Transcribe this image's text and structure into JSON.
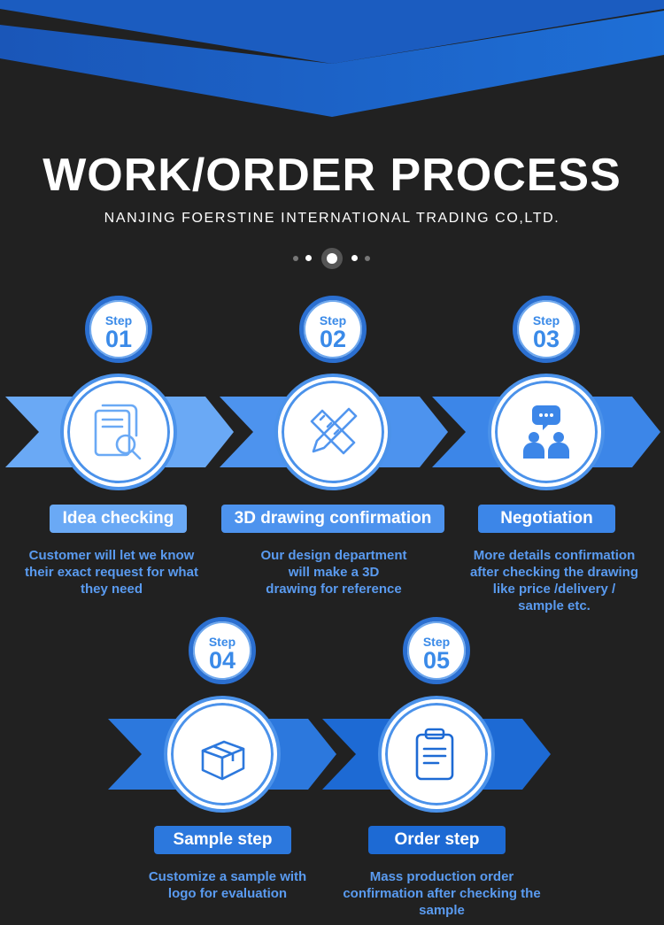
{
  "header": {
    "title": "WORK/ORDER PROCESS",
    "subtitle": "NANJING FOERSTINE INTERNATIONAL TRADING CO,LTD."
  },
  "colors": {
    "background": "#212121",
    "banner": "#1f64c8",
    "accent": "#3a8ae8",
    "text_blue": "#5a9bf0"
  },
  "pagination": {
    "count": 5,
    "active_index": 2
  },
  "steps": [
    {
      "word": "Step",
      "number": "01",
      "title": "Idea checking",
      "icon": "document-search-icon",
      "description": [
        "Customer will let we know",
        "their exact request for what",
        "they need"
      ]
    },
    {
      "word": "Step",
      "number": "02",
      "title": "3D drawing confirmation",
      "icon": "ruler-pencil-icon",
      "description": [
        "Our design department",
        "will make a 3D",
        "drawing for reference"
      ]
    },
    {
      "word": "Step",
      "number": "03",
      "title": "Negotiation",
      "icon": "people-chat-icon",
      "description": [
        "More details confirmation",
        "after checking the drawing",
        "like price /delivery /",
        "sample etc."
      ]
    },
    {
      "word": "Step",
      "number": "04",
      "title": "Sample step",
      "icon": "box-icon",
      "description": [
        "Customize a sample with",
        "logo for evaluation"
      ]
    },
    {
      "word": "Step",
      "number": "05",
      "title": "Order step",
      "icon": "clipboard-icon",
      "description": [
        "Mass production order",
        "confirmation after checking the",
        "sample"
      ]
    }
  ]
}
